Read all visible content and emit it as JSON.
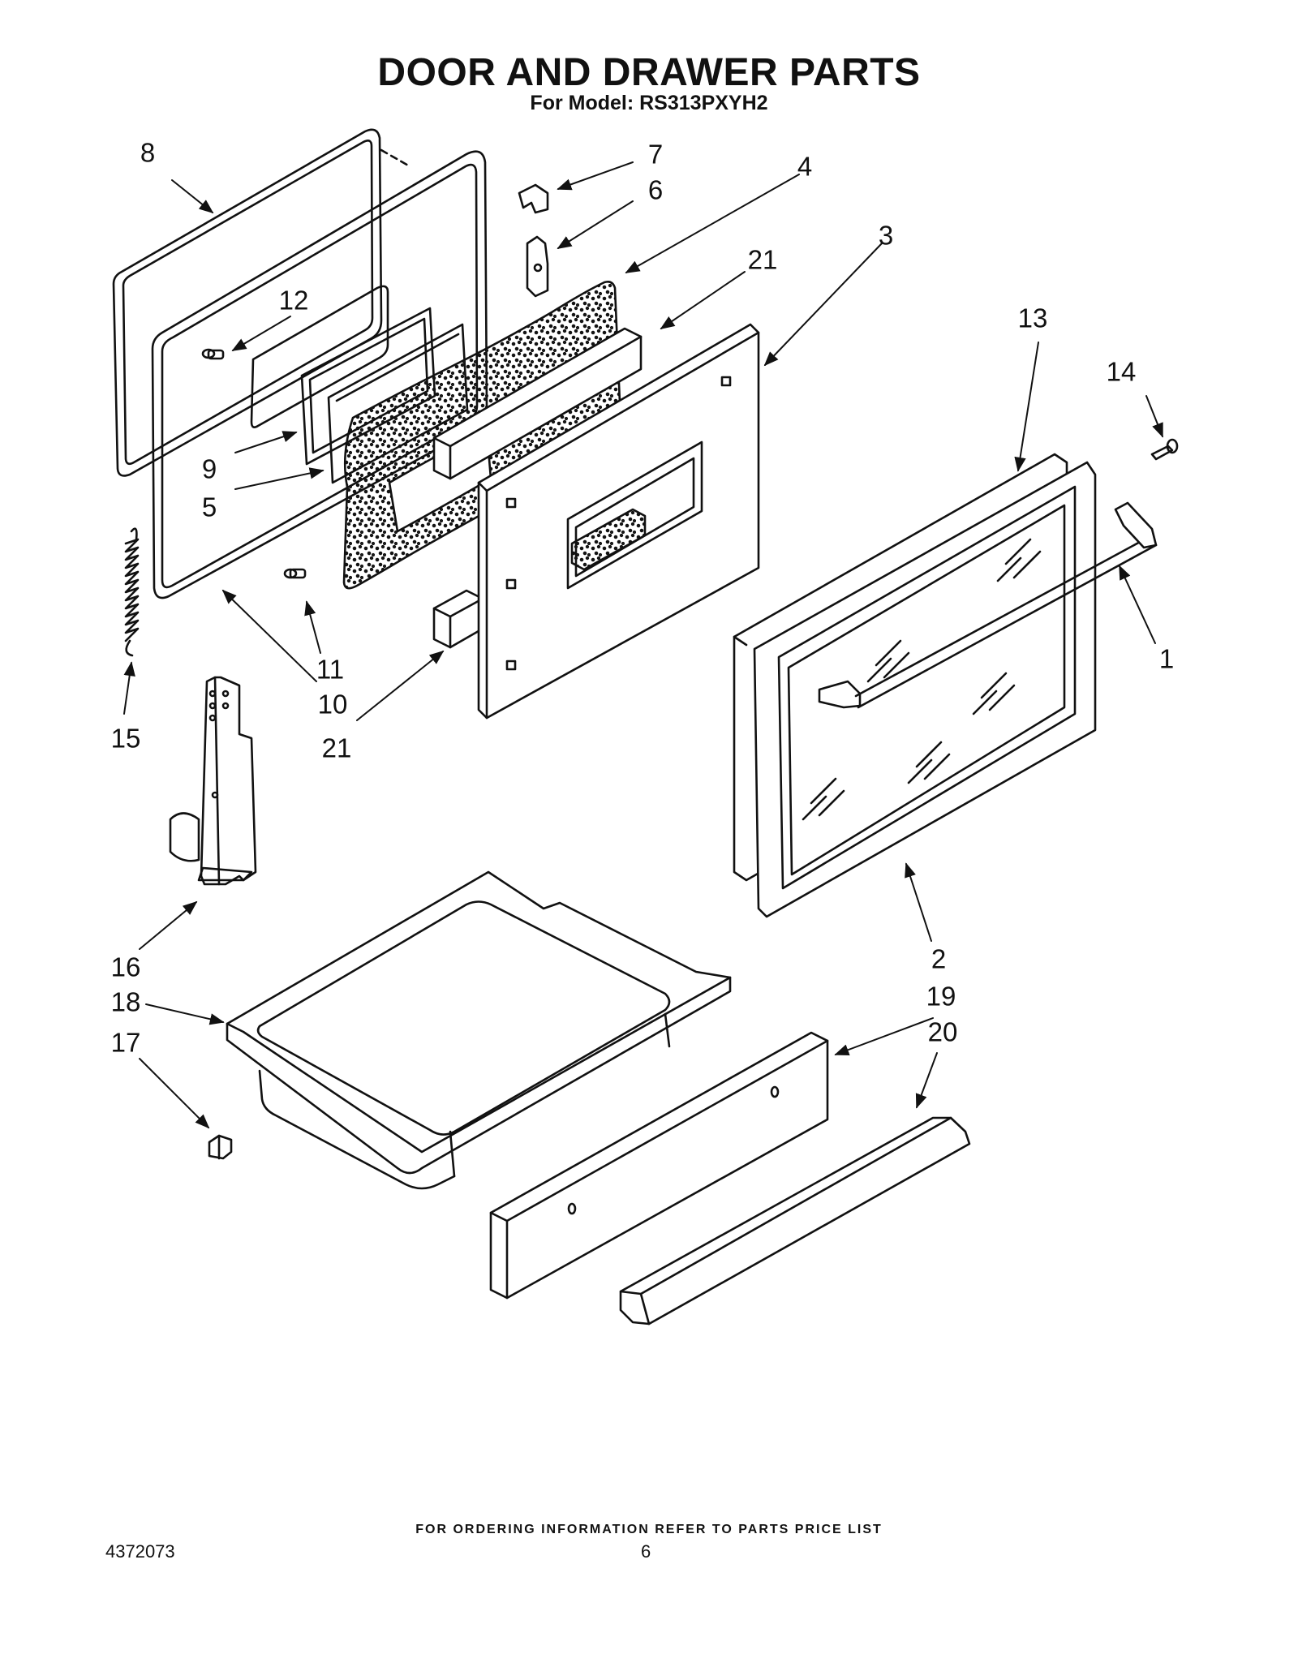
{
  "page": {
    "title": "DOOR AND DRAWER PARTS",
    "subtitle": "For Model: RS313PXYH2",
    "footer_note": "FOR ORDERING INFORMATION REFER TO PARTS PRICE LIST",
    "doc_number": "4372073",
    "page_number": "6"
  },
  "callouts": {
    "c1": "1",
    "c2": "2",
    "c3": "3",
    "c4": "4",
    "c5": "5",
    "c6": "6",
    "c7": "7",
    "c8": "8",
    "c9": "9",
    "c10": "10",
    "c11": "11",
    "c12": "12",
    "c13": "13",
    "c14": "14",
    "c15": "15",
    "c16": "16",
    "c17": "17",
    "c18": "18",
    "c19": "19",
    "c20": "20",
    "c21a": "21",
    "c21b": "21"
  }
}
